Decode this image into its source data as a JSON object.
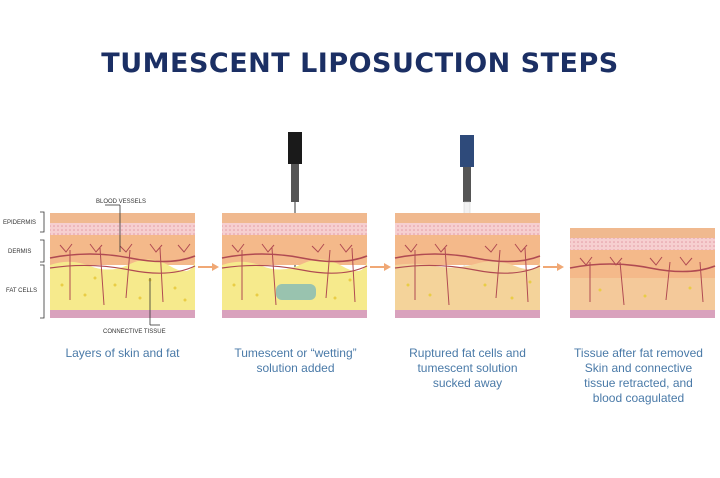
{
  "title": "TUMESCENT LIPOSUCTION STEPS",
  "labels": {
    "epidermis": "EPIDERMIS",
    "dermis": "DERMIS",
    "fat_cells": "FAT CELLS",
    "blood_vessels": "BLOOD VESSELS",
    "connective_tissue": "CONNECTIVE TISSUE"
  },
  "steps": [
    {
      "caption_line1": "Layers of skin and fat",
      "caption_line2": "",
      "caption_line3": "",
      "caption_line4": ""
    },
    {
      "caption_line1": "Tumescent or “wetting”",
      "caption_line2": "solution added",
      "caption_line3": "",
      "caption_line4": ""
    },
    {
      "caption_line1": "Ruptured fat cells and",
      "caption_line2": "tumescent solution",
      "caption_line3": "sucked away",
      "caption_line4": ""
    },
    {
      "caption_line1": "Tissue after fat removed",
      "caption_line2": "Skin and connective",
      "caption_line3": "tissue retracted, and",
      "caption_line4": "blood coagulated"
    }
  ],
  "colors": {
    "title": "#1b2f64",
    "caption": "#4a7aa8",
    "epidermis": "#f0b98f",
    "epidermis_pink": "#f6cfd0",
    "dermis": "#f4b98a",
    "fat": "#f6ea8c",
    "fat_dot": "#e9cd45",
    "vessel": "#b04a52",
    "arrow": "#f0a875",
    "bottom": "#d9a2bd",
    "solution": "#8fbfb3"
  }
}
